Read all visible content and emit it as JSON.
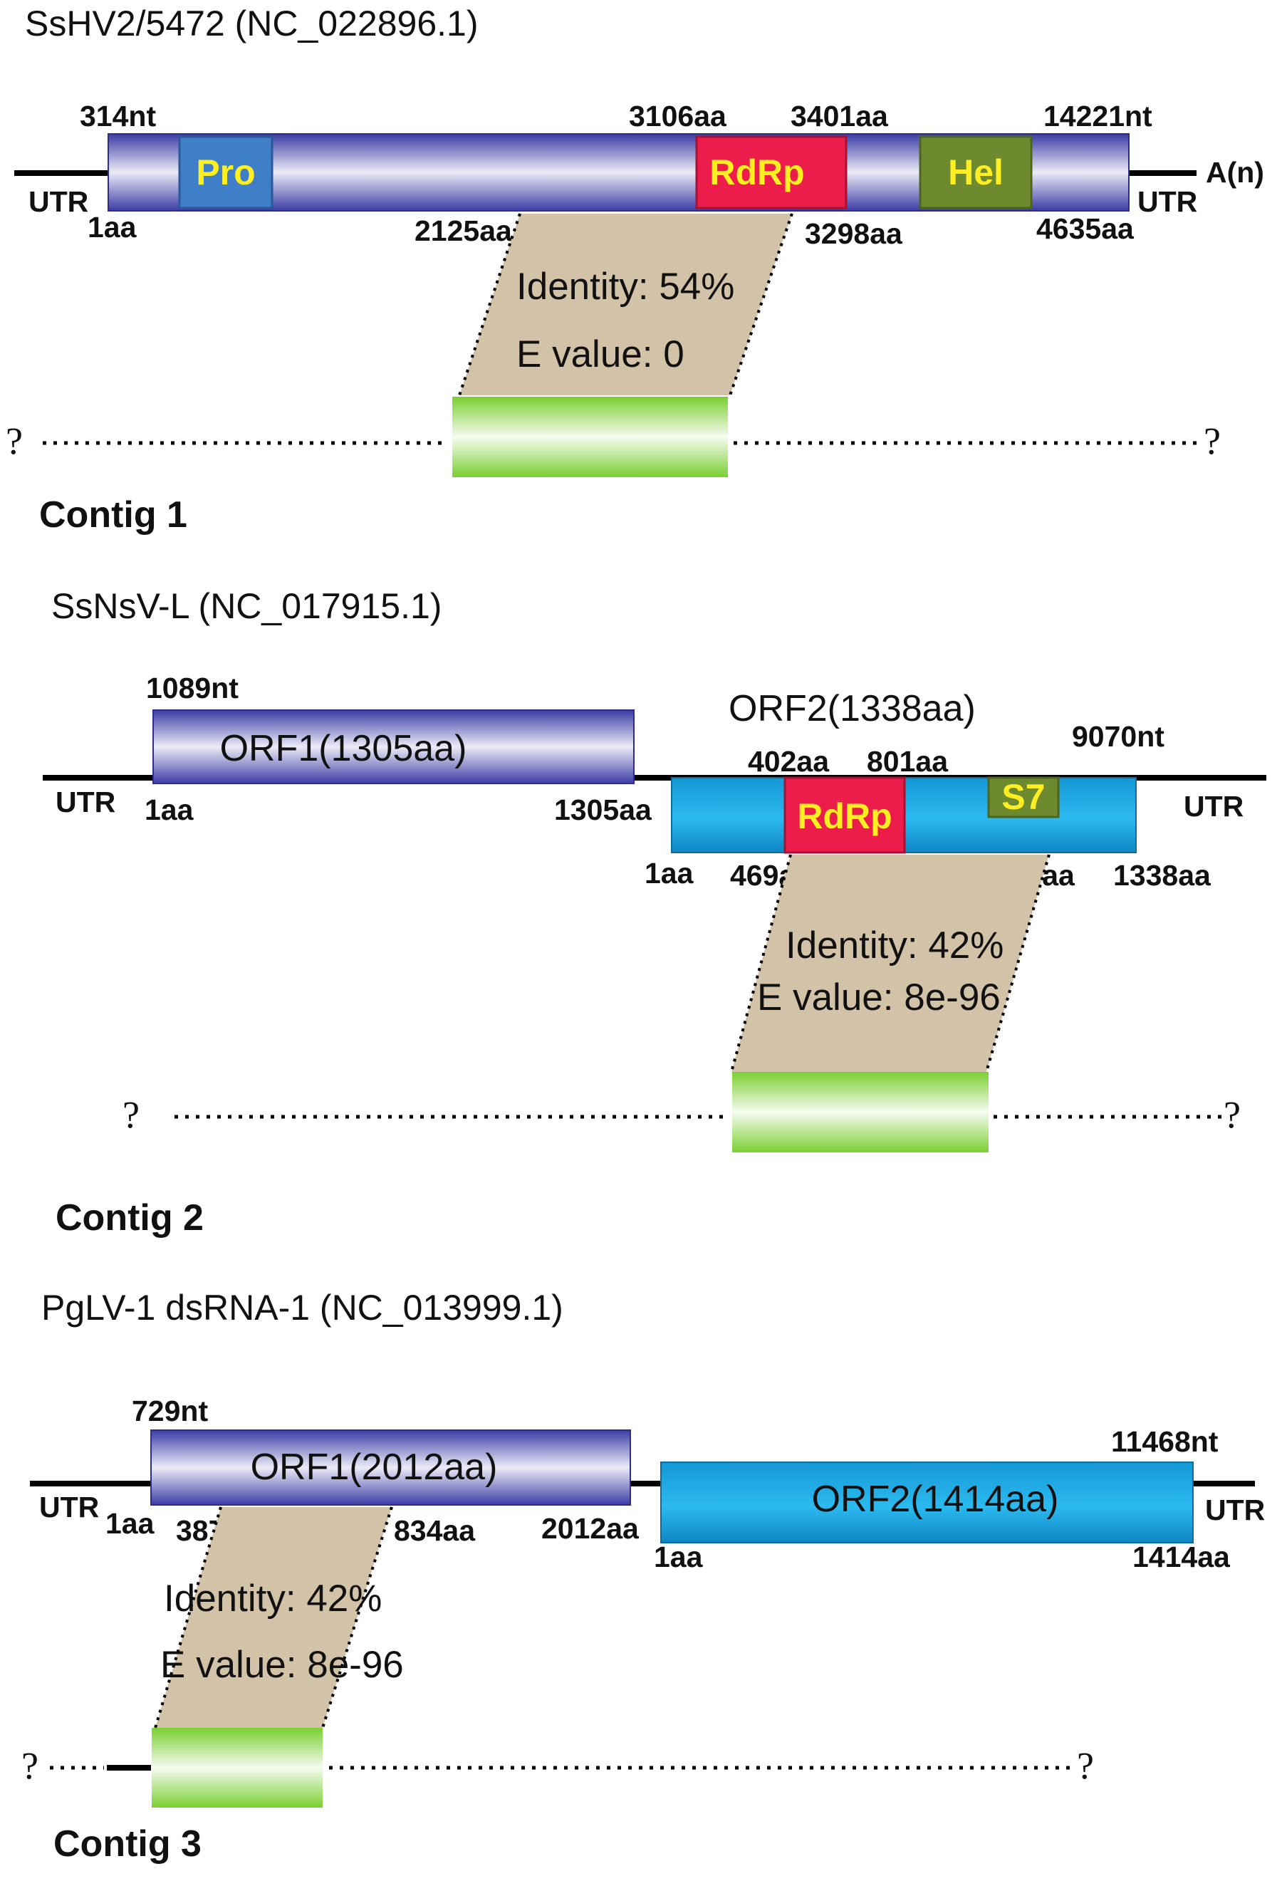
{
  "colors": {
    "orf_purple": "#5b5bb0",
    "orf_blue": "#1ba3dd",
    "contig_green": "#7fd63a",
    "identity_band": "#d2c2a8",
    "rdrp_fill": "#ec1c4b",
    "pro_fill": "#3f7fc8",
    "hel_fill": "#6e8a2e",
    "domain_text": "#ffee22"
  },
  "panel1": {
    "title": "SsHV2/5472 (NC_022896.1)",
    "start_nt": "314nt",
    "end_nt": "14221nt",
    "pos_3106": "3106aa",
    "pos_3401": "3401aa",
    "utr_left": "UTR",
    "utr_right": "UTR",
    "polyA": "A(n)",
    "start_aa": "1aa",
    "pos_2125": "2125aa",
    "pos_3298": "3298aa",
    "end_aa": "4635aa",
    "domain_pro": "Pro",
    "domain_rdrp": "RdRp",
    "domain_hel": "Hel",
    "identity": "Identity: 54%",
    "evalue": "E value: 0",
    "unknown_left": "?",
    "unknown_right": "?",
    "contig": "Contig 1"
  },
  "panel2": {
    "title": "SsNsV-L (NC_017915.1)",
    "start_nt": "1089nt",
    "orf1": "ORF1(1305aa)",
    "orf2": "ORF2(1338aa)",
    "end_nt": "9070nt",
    "pos_402": "402aa",
    "pos_801": "801aa",
    "utr_left": "UTR",
    "utr_right": "UTR",
    "orf1_start": "1aa",
    "orf1_end": "1305aa",
    "orf2_start": "1aa",
    "pos_469": "469aa",
    "pos_1296": "1296aa",
    "orf2_end": "1338aa",
    "domain_rdrp": "RdRp",
    "domain_s7": "S7",
    "identity": "Identity: 42%",
    "evalue": "E value: 8e-96",
    "unknown_left": "?",
    "unknown_right": "?",
    "contig": "Contig 2"
  },
  "panel3": {
    "title": "PgLV-1 dsRNA-1 (NC_013999.1)",
    "start_nt": "729nt",
    "orf1": "ORF1(2012aa)",
    "end_nt": "11468nt",
    "orf2": "ORF2(1414aa)",
    "utr_left": "UTR",
    "utr_right": "UTR",
    "orf1_start": "1aa",
    "pos_387": "387aa",
    "pos_834": "834aa",
    "orf1_end": "2012aa",
    "orf2_start": "1aa",
    "orf2_end": "1414aa",
    "identity": "Identity: 42%",
    "evalue": "E value: 8e-96",
    "unknown_left": "?",
    "unknown_right": "?",
    "contig": "Contig 3"
  }
}
